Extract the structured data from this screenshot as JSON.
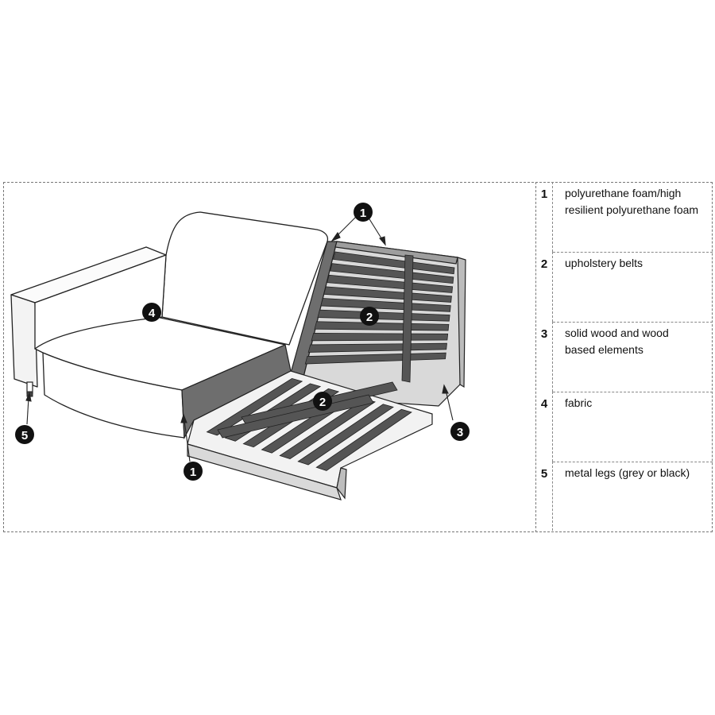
{
  "legend": [
    {
      "num": "1",
      "text": "polyurethane foam/high\nresilient polyurethane foam"
    },
    {
      "num": "2",
      "text": "upholstery belts"
    },
    {
      "num": "3",
      "text": " solid wood and wood\nbased elements"
    },
    {
      "num": "4",
      "text": "fabric"
    },
    {
      "num": "5",
      "text": "metal legs (grey or black)"
    }
  ],
  "callouts": {
    "foam_top": "1",
    "foam_bottom": "1",
    "belts_back": "2",
    "belts_seat": "2",
    "wood": "3",
    "fabric": "4",
    "legs": "5"
  },
  "colors": {
    "belt": "#555555",
    "frame_light": "#d9d9d9",
    "foam": "#6e6e6e",
    "callout_bg": "#111111"
  }
}
